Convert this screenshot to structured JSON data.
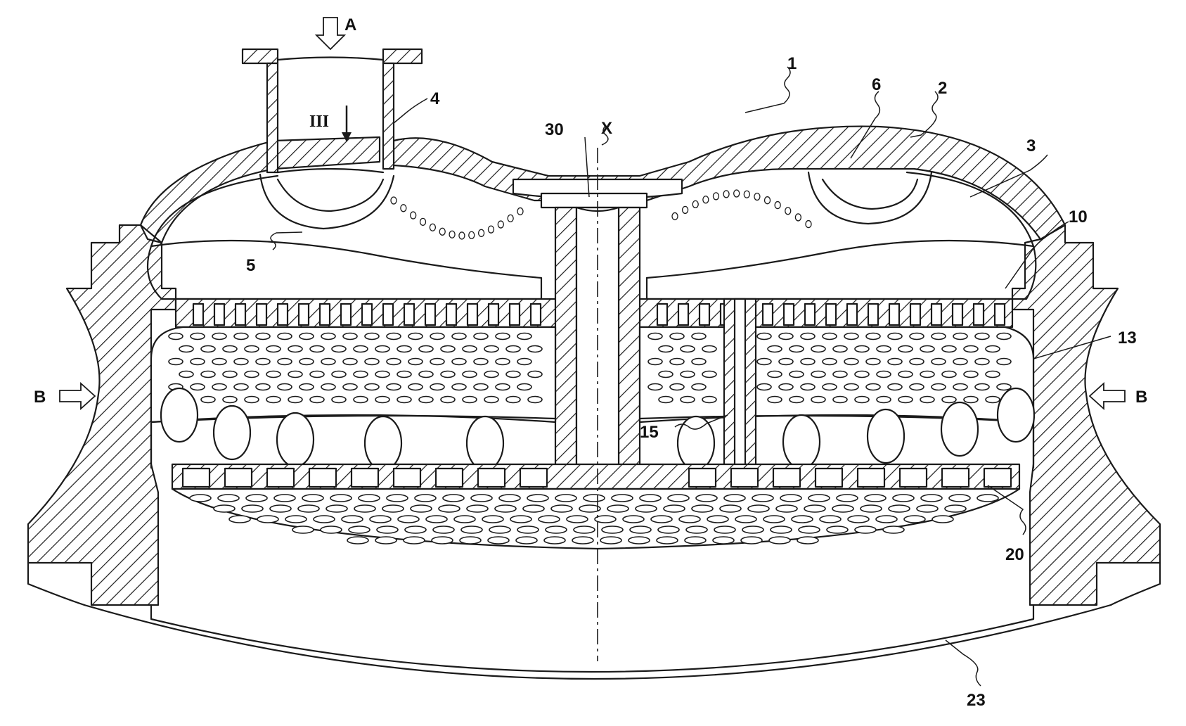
{
  "figure": {
    "reference_labels": {
      "r1": "1",
      "r2": "2",
      "r3": "3",
      "r4": "4",
      "r5": "5",
      "r6": "6",
      "r10": "10",
      "r13": "13",
      "r15": "15",
      "r20": "20",
      "r23": "23",
      "r30": "30",
      "axis_x": "X"
    },
    "flow_labels": {
      "inlet_a": "A",
      "side_b_left": "B",
      "side_b_right": "B",
      "section_iii": "III"
    }
  }
}
